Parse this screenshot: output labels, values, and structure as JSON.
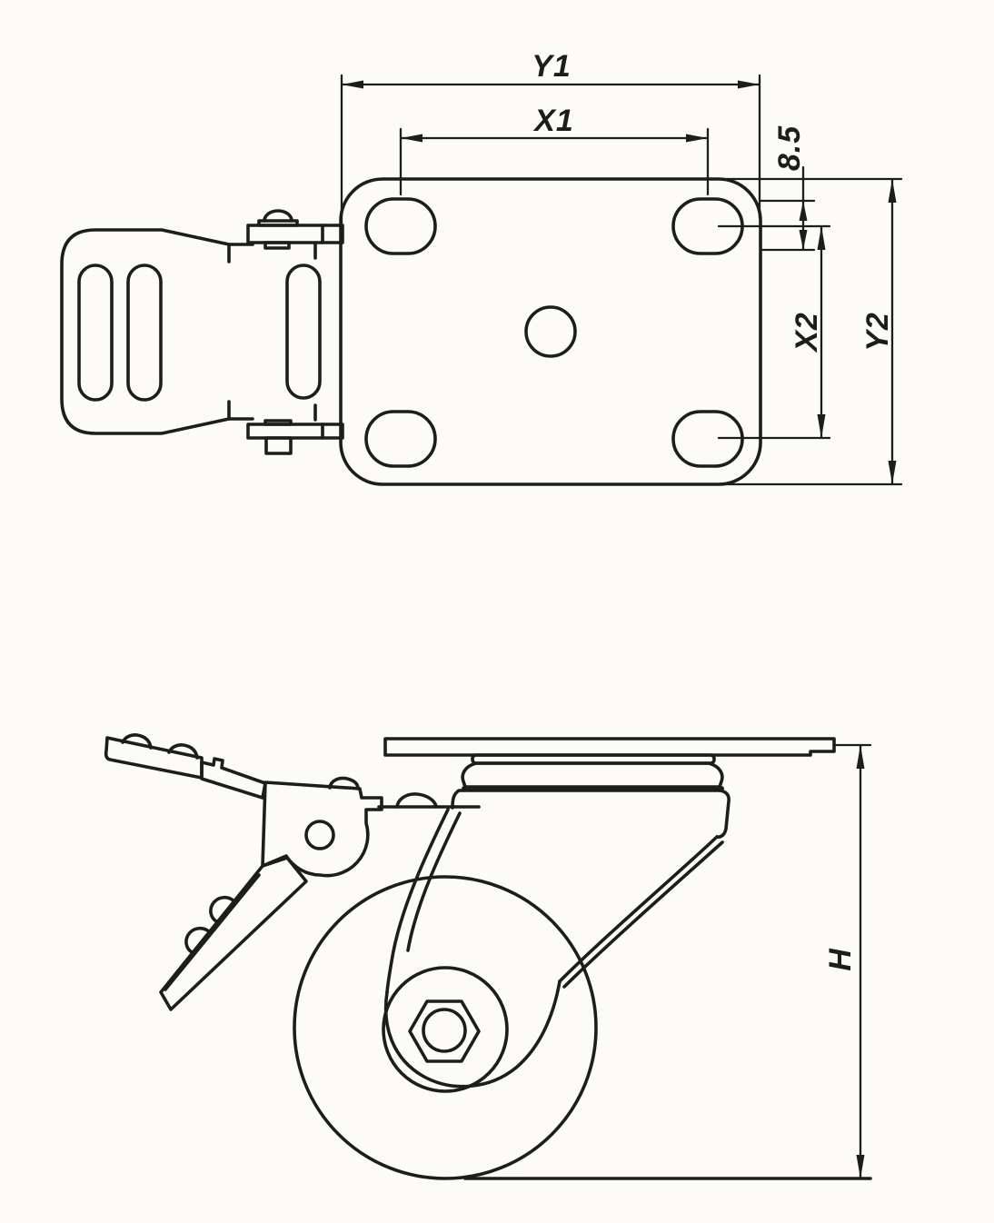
{
  "page": {
    "background": "#fcfbf9",
    "ink": "#1d1d1b"
  },
  "drawing": {
    "description": "Dimensional line drawing of a swivel plate caster with total-lock brake: top view of mounting plate with brake pedal above, side elevation of braked swivel wheel below.",
    "views": [
      {
        "id": "top-view",
        "name": "mounting plate top view with brake pedal"
      },
      {
        "id": "side-view",
        "name": "caster side elevation with wheel, swivel head and brake lever"
      }
    ],
    "labels": {
      "y1": "Y1",
      "x1": "X1",
      "slot_width": "8.5",
      "x2": "X2",
      "y2": "Y2",
      "height": "H"
    }
  }
}
